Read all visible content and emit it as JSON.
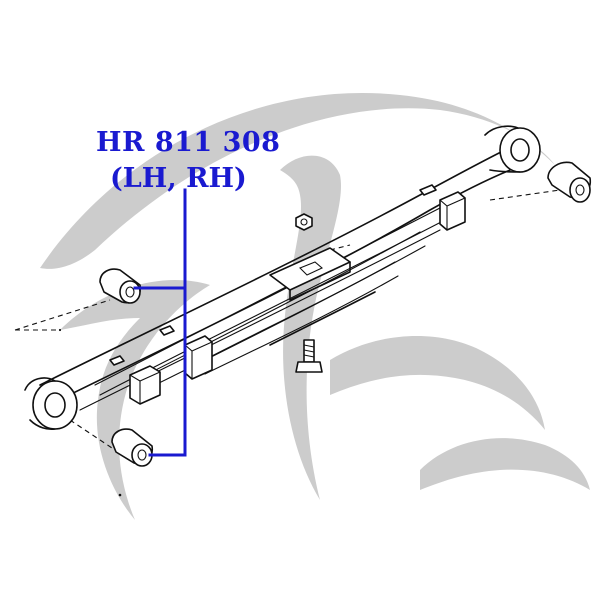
{
  "diagram": {
    "part_number": "HR 811 308",
    "side_label": "(LH, RH)",
    "colors": {
      "callout": "#1a1ad0",
      "watermark": "#cccccc",
      "line_art": "#111111",
      "background": "#ffffff"
    },
    "icons": {
      "watermark": "brand-logo-watermark",
      "bushing": "spring-bushing-icon",
      "bolt": "u-bolt-stud-icon",
      "nut": "hex-nut-icon"
    }
  }
}
